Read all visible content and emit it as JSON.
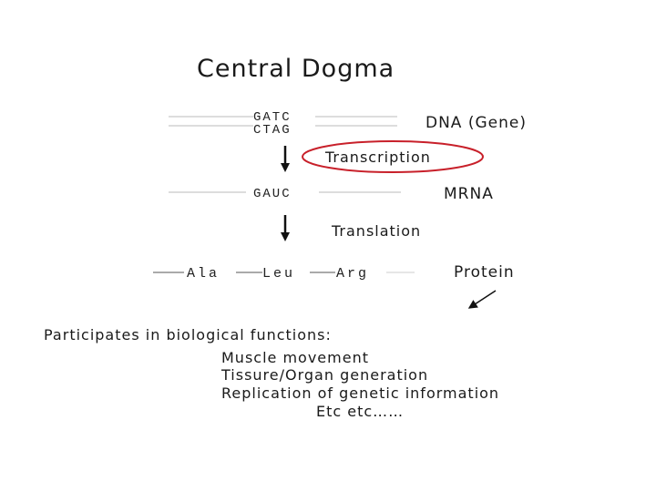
{
  "title": "Central Dogma",
  "dna": {
    "strand_top": "GATC",
    "strand_bottom": "CTAG",
    "label": "DNA (Gene)"
  },
  "transcription": {
    "label": "Transcription",
    "highlight_color": "#c8202a"
  },
  "mrna": {
    "sequence": "GAUC",
    "label": "MRNA"
  },
  "translation": {
    "label": "Translation"
  },
  "protein": {
    "residues": [
      "Ala",
      "Leu",
      "Arg"
    ],
    "label": "Protein"
  },
  "functions": {
    "heading": "Participates in biological functions:",
    "items": [
      "Muscle movement",
      "Tissure/Organ generation",
      "Replication of genetic information",
      "Etc etc……"
    ]
  },
  "icons": {
    "down_arrow": "down-arrow-icon",
    "pointer_arrow": "diagonal-arrow-icon"
  }
}
